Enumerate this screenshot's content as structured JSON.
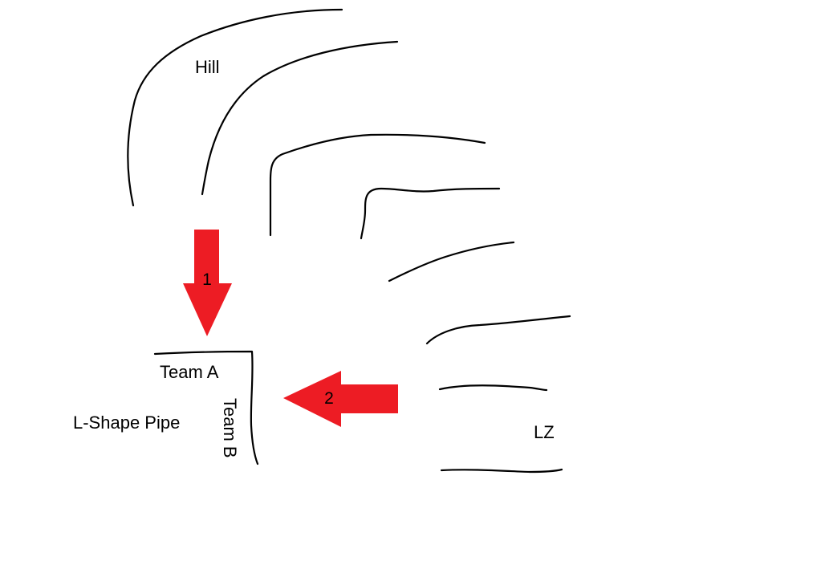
{
  "labels": {
    "hill": "Hill",
    "team_a": "Team A",
    "team_b": "Team B",
    "l_shape_pipe": "L-Shape Pipe",
    "lz": "LZ"
  },
  "arrows": {
    "arrow_1": "1",
    "arrow_2": "2"
  },
  "colors": {
    "ink": "#000000",
    "arrow": "#ed1c24",
    "background": "#ffffff"
  }
}
